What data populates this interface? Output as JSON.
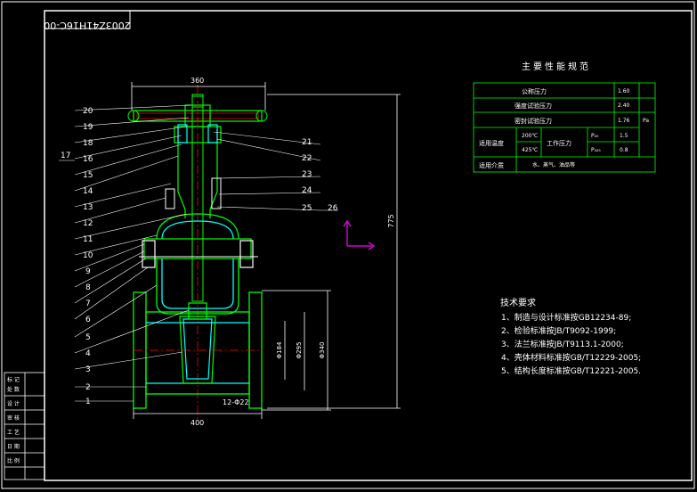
{
  "drawing_number": "2003Z41H16C-00",
  "balloons": [
    "1",
    "2",
    "3",
    "4",
    "5",
    "6",
    "7",
    "8",
    "9",
    "10",
    "11",
    "12",
    "13",
    "14",
    "15",
    "16",
    "17",
    "18",
    "19",
    "20",
    "21",
    "22",
    "23",
    "24",
    "25",
    "26"
  ],
  "dimensions": {
    "top_width": "360",
    "bottom_width": "400",
    "height": "775",
    "bolt_holes": "12-Φ22",
    "dia_1": "Φ184",
    "dia_2": "Φ295",
    "dia_3": "Φ340"
  },
  "spec_table": {
    "title": "主要性能规范",
    "unit": "Pa",
    "rows": [
      {
        "label": "公称压力",
        "value": "1.60"
      },
      {
        "label": "强度试验压力",
        "value": "2.40"
      },
      {
        "label": "密封试验压力",
        "value": "1.76"
      }
    ],
    "temp_row": {
      "label": "适用温度",
      "temps": [
        "200℃",
        "425℃"
      ],
      "pressure_label": "工作压力",
      "p_labels": [
        "P₂₀",
        "P₄₂₅"
      ],
      "p_values": [
        "1.5",
        "0.8"
      ]
    },
    "media_row": {
      "label": "适用介质",
      "value": "水、蒸气、油品等"
    }
  },
  "tech_requirements": {
    "title": "技术要求",
    "items": [
      "1、制造与设计标准按GB12234-89;",
      "2、检验标准按JB/T9092-1999;",
      "3、法兰标准按JB/T9113.1-2000;",
      "4、壳体材料标准按GB/T12229-2005;",
      "5、结构长度标准按GB/T12221-2005."
    ]
  },
  "title_block": {
    "cells": [
      "标 记",
      "处 数",
      "设 计",
      "审 核",
      "工 艺",
      "日 期",
      "比 例"
    ]
  },
  "colors": {
    "background": "#000000",
    "frame": "#ffffff",
    "outline": "#00ff00",
    "hatch": "#00ffff",
    "centerline": "#ff0000",
    "text": "#ffffff",
    "ucs": "#ff00ff",
    "highlight": "#ffff00"
  }
}
